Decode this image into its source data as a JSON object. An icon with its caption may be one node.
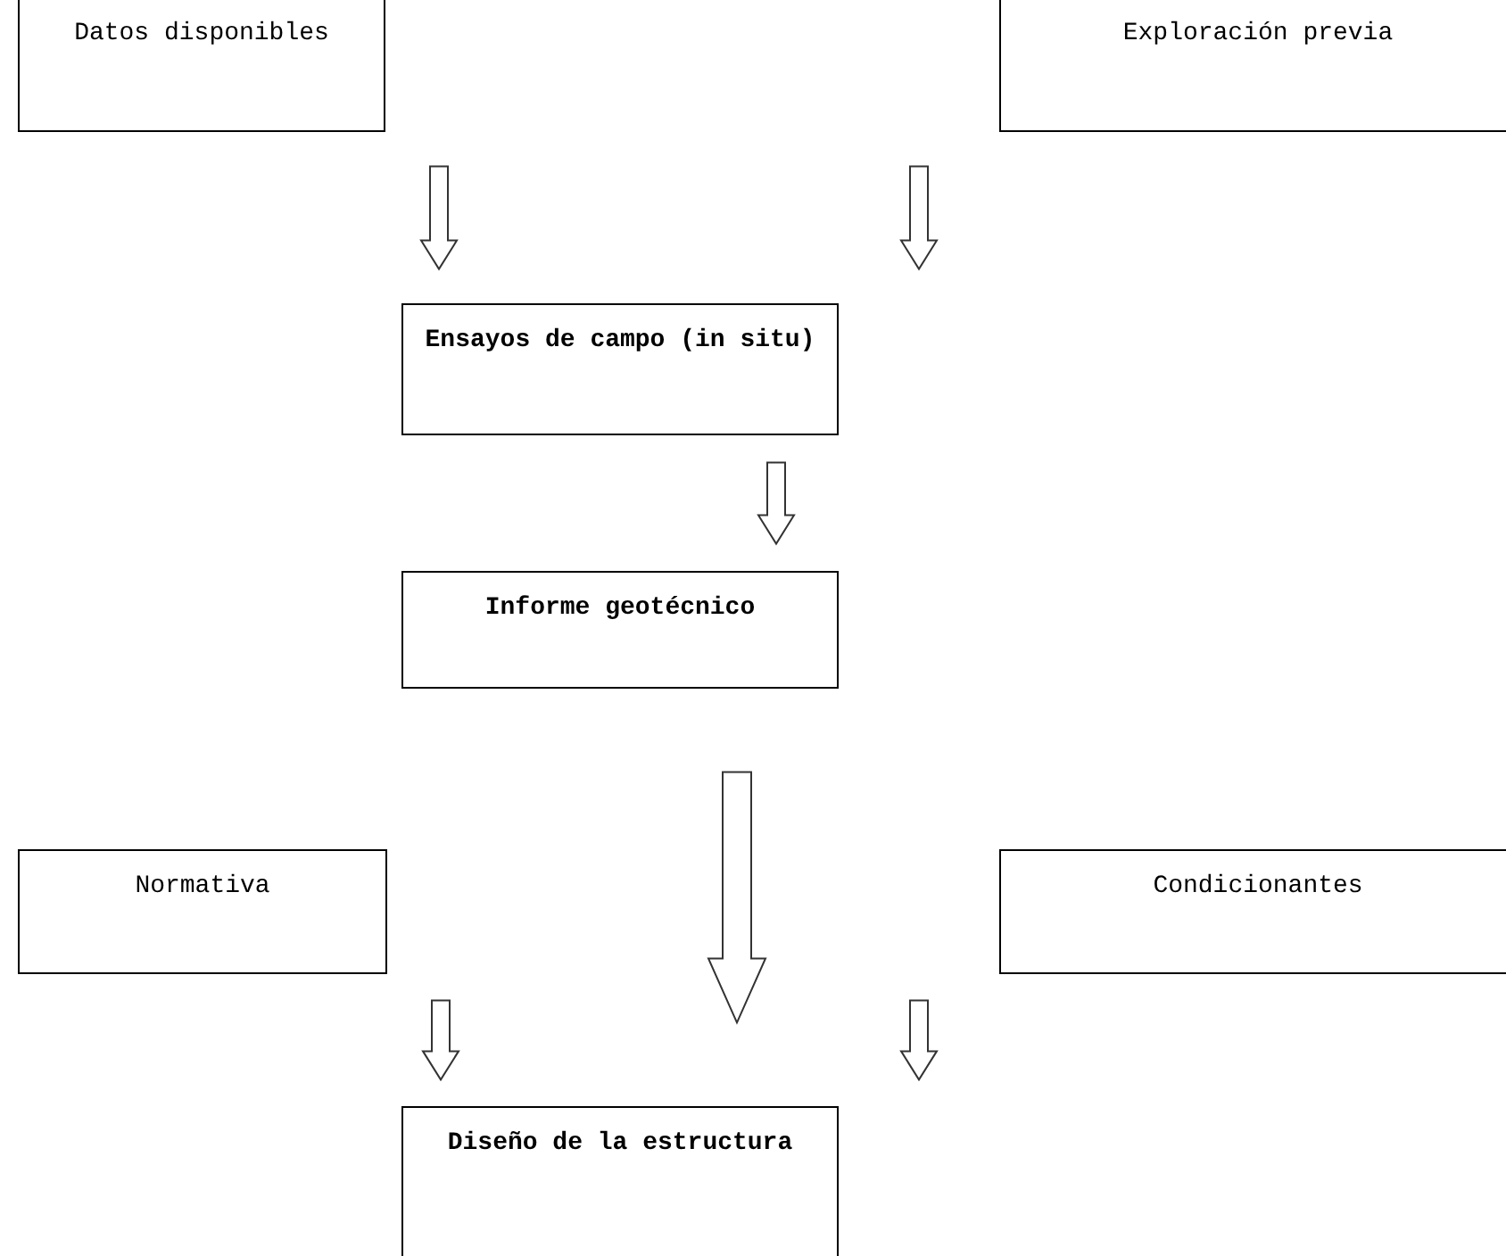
{
  "diagram": {
    "nodes": [
      {
        "text": [
          "Datos disponibles"
        ]
      },
      {
        "text": [
          "Exploración previa"
        ]
      },
      {
        "text": [
          "Ensayos de campo (in situ)"
        ]
      },
      {
        "text": [
          "Informe geotécnico"
        ]
      },
      {
        "text": [
          "Normativa"
        ]
      },
      {
        "text": [
          "Condicionantes"
        ]
      },
      {
        "text": [
          "Diseño de la estructura"
        ]
      }
    ],
    "edges": [
      {
        "from": 0,
        "to": 2,
        "arrow": "to"
      },
      {
        "from": 1,
        "to": 2,
        "arrow": "to"
      },
      {
        "from": 2,
        "to": 3,
        "arrow": "to"
      },
      {
        "from": 3,
        "to": 6,
        "arrow": "to",
        "style": "thick"
      },
      {
        "from": 4,
        "to": 6,
        "arrow": "to"
      },
      {
        "from": 5,
        "to": 6,
        "arrow": "to"
      }
    ]
  }
}
